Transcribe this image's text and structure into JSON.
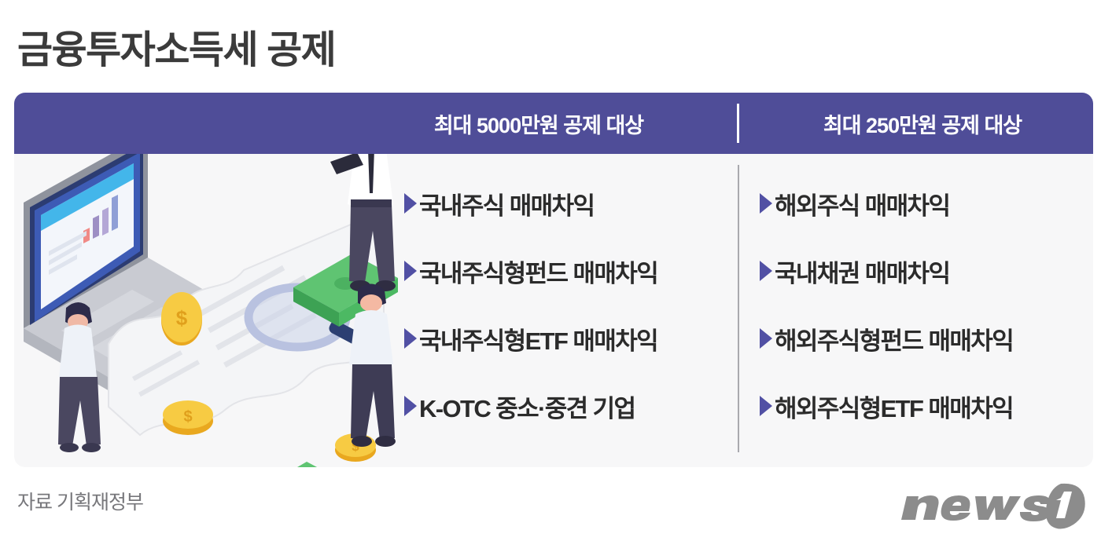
{
  "title": "금융투자소득세 공제",
  "panel": {
    "headers": {
      "left": "최대 5000만원 공제 대상",
      "right": "최대 250만원 공제 대상"
    },
    "columns": {
      "left": [
        {
          "label": "국내주식 매매차익"
        },
        {
          "label": "국내주식형펀드 매매차익"
        },
        {
          "label": "국내주식형ETF 매매차익"
        },
        {
          "label": "K-OTC 중소·중견 기업"
        }
      ],
      "right": [
        {
          "label": "해외주식 매매차익"
        },
        {
          "label": "국내채권 매매차익"
        },
        {
          "label": "해외주식형펀드 매매차익"
        },
        {
          "label": "해외주식형ETF 매매차익"
        }
      ]
    }
  },
  "footer": {
    "source": "자료 기획재정부",
    "logo_text": "news1"
  },
  "colors": {
    "header_bg": "#4f4d98",
    "panel_bg": "#f7f7f8",
    "bullet": "#5150a4",
    "title_text": "#3b3b3b",
    "item_text": "#2b2b2b",
    "source_text": "#77777b",
    "logo": "#8c8c8c",
    "divider": "#a9a9ae",
    "money_green": "#4cb963",
    "coin_gold": "#f5c430",
    "shirt": "#eef2f8",
    "hair": "#2d2b4a",
    "trousers": "#4a4760"
  },
  "illustration": {
    "items": [
      "laptop-with-chart",
      "paper-receipt-roll",
      "businessman-with-tablet",
      "businessman-with-magnifier",
      "businessman-standing",
      "cash-stack",
      "gold-coins",
      "magnifying-glass"
    ]
  }
}
